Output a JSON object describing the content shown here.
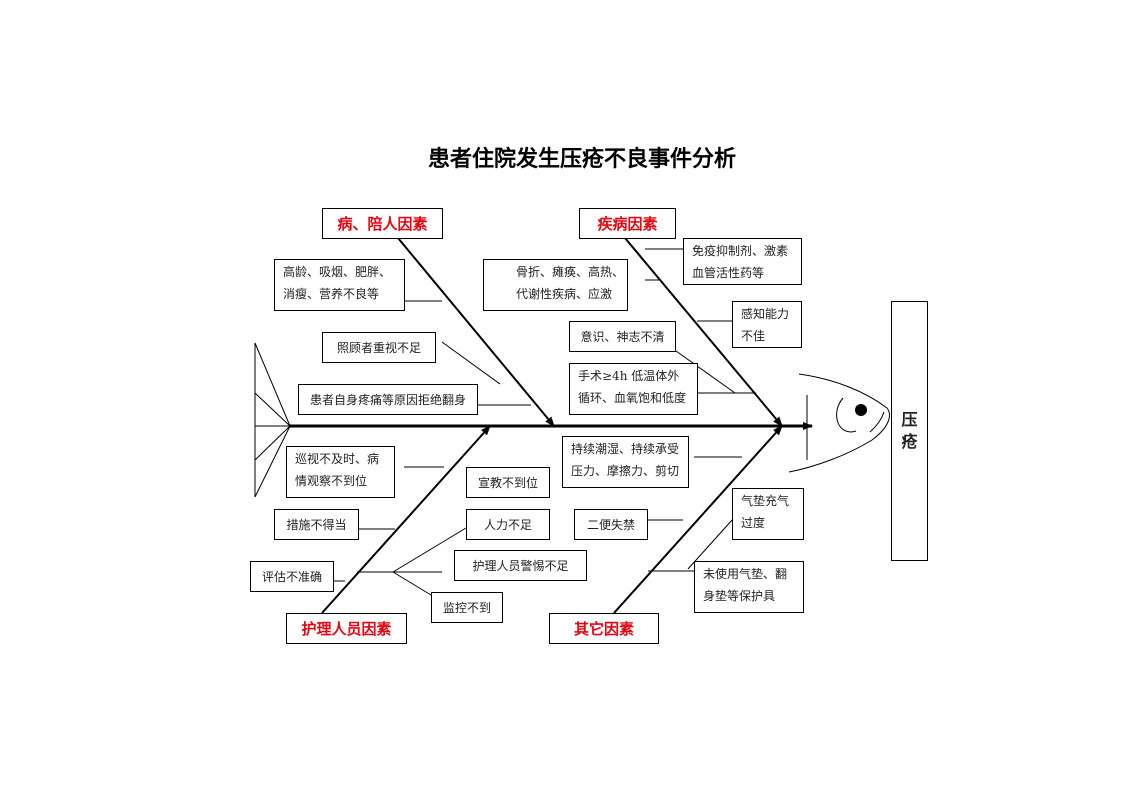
{
  "title": "患者住院发生压疮不良事件分析",
  "effect": {
    "chars": [
      "压",
      "疮"
    ]
  },
  "categories": {
    "caregiver": "病、陪人因素",
    "disease": "疾病因素",
    "nursing": "护理人员因素",
    "other": "其它因素"
  },
  "causes": {
    "age_obesity": [
      "高龄、吸烟、肥胖、",
      "消瘦、营养不良等"
    ],
    "insufficient_attention": "照顾者重视不足",
    "pain_refuse_turning": "患者自身疼痛等原因拒绝翻身",
    "fracture_paralysis": [
      "骨折、瘫痪、高热、",
      "代谢性疾病、应激"
    ],
    "immunosuppressants": [
      "免疫抑制剂、激素",
      "血管活性药等"
    ],
    "sensory_impairment": [
      "感知能力",
      "不佳"
    ],
    "consciousness": "意识、神志不清",
    "surgery_hypothermia": [
      "手术≥4h 低温体外",
      "循环、血氧饱和低度"
    ],
    "rounds_inadequate": [
      "巡视不及时、病",
      "情观察不到位"
    ],
    "education_inadequate": "宣教不到位",
    "measures_improper": "措施不得当",
    "staff_shortage": "人力不足",
    "assessment_inaccurate": "评估不准确",
    "low_vigilance": "护理人员警惕不足",
    "monitoring_inadequate": "监控不到",
    "persistent_moisture": [
      "持续潮湿、持续承受",
      "压力、摩擦力、剪切"
    ],
    "incontinence": "二便失禁",
    "air_cushion_overinflated": [
      "气垫充气",
      "过度"
    ],
    "no_protective_gear": [
      "未使用气垫、翻",
      "身垫等保护具"
    ]
  },
  "colors": {
    "category_text": "#e30613",
    "line": "#000000"
  }
}
